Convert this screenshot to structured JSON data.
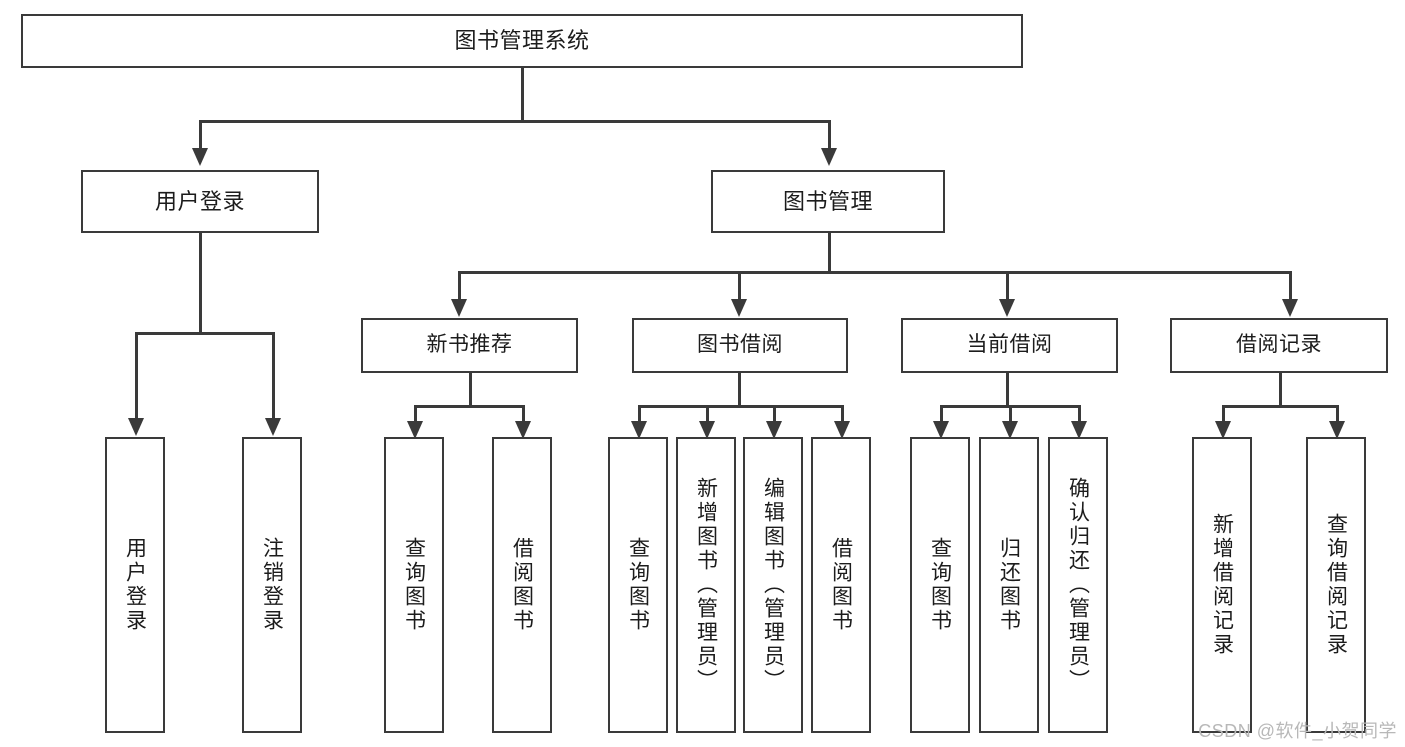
{
  "diagram": {
    "title": "图书管理系统",
    "type": "tree-hierarchy",
    "watermark": "CSDN @软件_小贺同学"
  },
  "root": {
    "label": "图书管理系统"
  },
  "level1": [
    {
      "label": "用户登录"
    },
    {
      "label": "图书管理"
    }
  ],
  "level2": [
    {
      "label": "新书推荐"
    },
    {
      "label": "图书借阅"
    },
    {
      "label": "当前借阅"
    },
    {
      "label": "借阅记录"
    }
  ],
  "leaves": {
    "user_login": [
      {
        "label": "用户登录"
      },
      {
        "label": "注销登录"
      }
    ],
    "new_book_recommend": [
      {
        "label": "查询图书"
      },
      {
        "label": "借阅图书"
      }
    ],
    "book_borrow": [
      {
        "label": "查询图书"
      },
      {
        "label": "新增图书（管理员）"
      },
      {
        "label": "编辑图书（管理员）"
      },
      {
        "label": "借阅图书"
      }
    ],
    "current_borrow": [
      {
        "label": "查询图书"
      },
      {
        "label": "归还图书"
      },
      {
        "label": "确认归还（管理员）"
      }
    ],
    "borrow_record": [
      {
        "label": "新增借阅记录"
      },
      {
        "label": "查询借阅记录"
      }
    ]
  },
  "colors": {
    "stroke": "#3a3a3a",
    "fill": "#ffffff",
    "text": "#1c1c1c",
    "watermark": "#b8b8b8"
  }
}
